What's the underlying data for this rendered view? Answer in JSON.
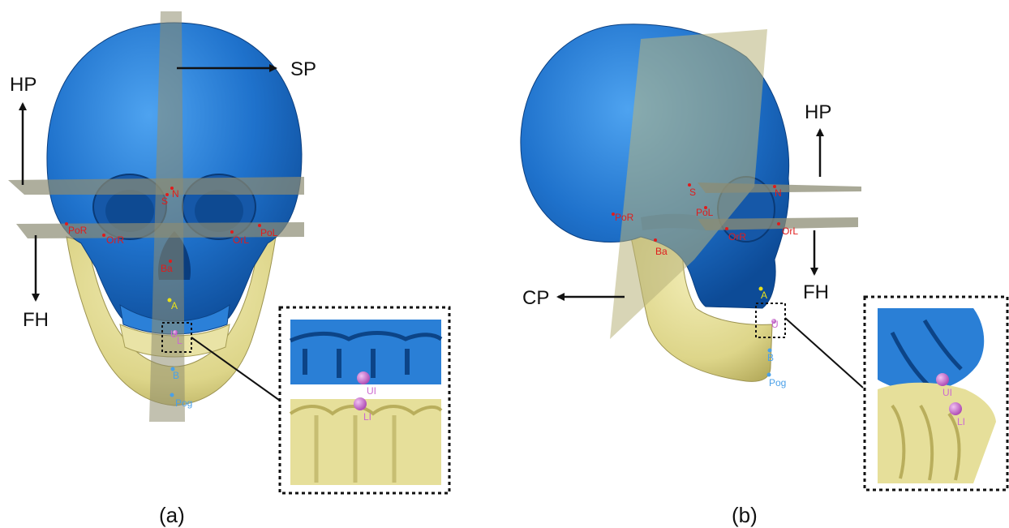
{
  "figure": {
    "colors": {
      "cranium": "#2a7fd6",
      "cranium_dark": "#0f4f9c",
      "mandible": "#e6df9a",
      "mandible_dark": "#b9ae5c",
      "plane": "#8c8c74",
      "plane_sagittal": "#8f8e70",
      "plane_coronal": "#b8b27a",
      "landmark_red": "#e01c1c",
      "landmark_yellow": "#e8e01a",
      "landmark_blue": "#4aa0e8",
      "landmark_magenta": "#cc6ad0",
      "zoom_border": "#111111"
    },
    "panel_a": {
      "caption": "(a)",
      "plane_labels": {
        "sagittal": "SP",
        "horizontal": "HP",
        "frankfort": "FH"
      },
      "landmarks": {
        "S": "S",
        "N": "N",
        "PoR": "PoR",
        "OrR": "OrR",
        "OrL": "OrL",
        "PoL": "PoL",
        "Ba": "Ba",
        "A": "A",
        "U1": "U",
        "L1": "L",
        "B": "B",
        "Pog": "Pog"
      },
      "zoom_labels": {
        "upper_incisor": "UI",
        "lower_incisor": "LI"
      }
    },
    "panel_b": {
      "caption": "(b)",
      "plane_labels": {
        "coronal": "CP",
        "horizontal": "HP",
        "frankfort": "FH"
      },
      "landmarks": {
        "S": "S",
        "N": "N",
        "PoR": "PoR",
        "PoL": "PoL",
        "OrR": "OrR",
        "OrL": "OrL",
        "Ba": "Ba",
        "A": "A",
        "UL": "U",
        "B": "B",
        "Pog": "Pog"
      },
      "zoom_labels": {
        "upper_incisor": "UI",
        "lower_incisor": "LI"
      }
    }
  }
}
